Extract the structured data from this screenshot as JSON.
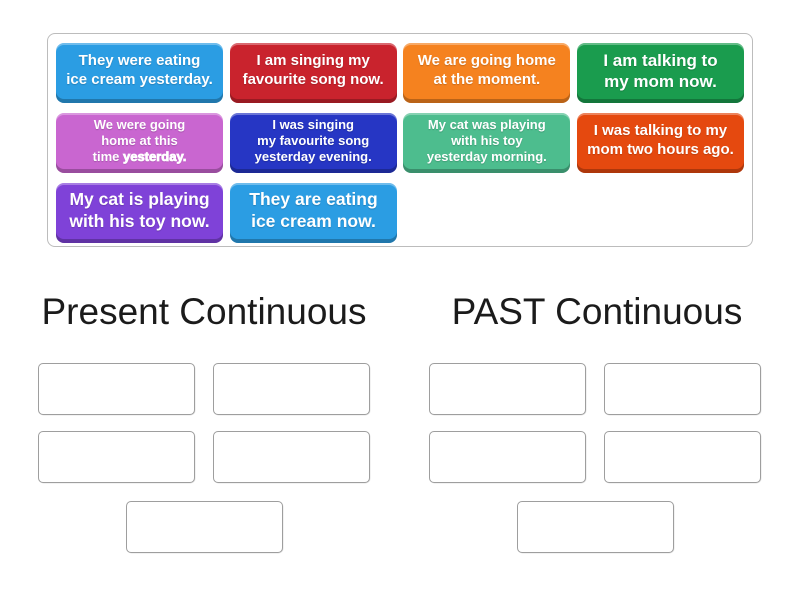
{
  "activity": {
    "tray": {
      "text_color": "#ffffff",
      "cards": [
        {
          "text": "They were eating\nice cream yesterday.",
          "color": "#2b9de3"
        },
        {
          "text": "I am singing my\nfavourite song now.",
          "color": "#c9232d"
        },
        {
          "text": "We are going home\nat the moment.",
          "color": "#f5821f"
        },
        {
          "text": "I am talking to\nmy mom now.",
          "color": "#1a9c4e"
        },
        {
          "text": "We were going\nhome at this\ntime yesterday.",
          "color": "#c966d0",
          "bold": "yesterday."
        },
        {
          "text": "I was singing\nmy favourite song\nyesterday evening.",
          "color": "#2636c4"
        },
        {
          "text": "My cat was playing\nwith his toy\nyesterday morning.",
          "color": "#4dbd8e"
        },
        {
          "text": "I was talking to my\nmom two hours ago.",
          "color": "#e5490f"
        },
        {
          "text": "My cat is playing\nwith his toy now.",
          "color": "#7f42d8"
        },
        {
          "text": "They are eating\nice cream now.",
          "color": "#2b9de3"
        }
      ]
    },
    "groups": [
      {
        "title": "Present Continuous",
        "slot_count": 5
      },
      {
        "title": "PAST Continuous",
        "slot_count": 5
      }
    ]
  }
}
